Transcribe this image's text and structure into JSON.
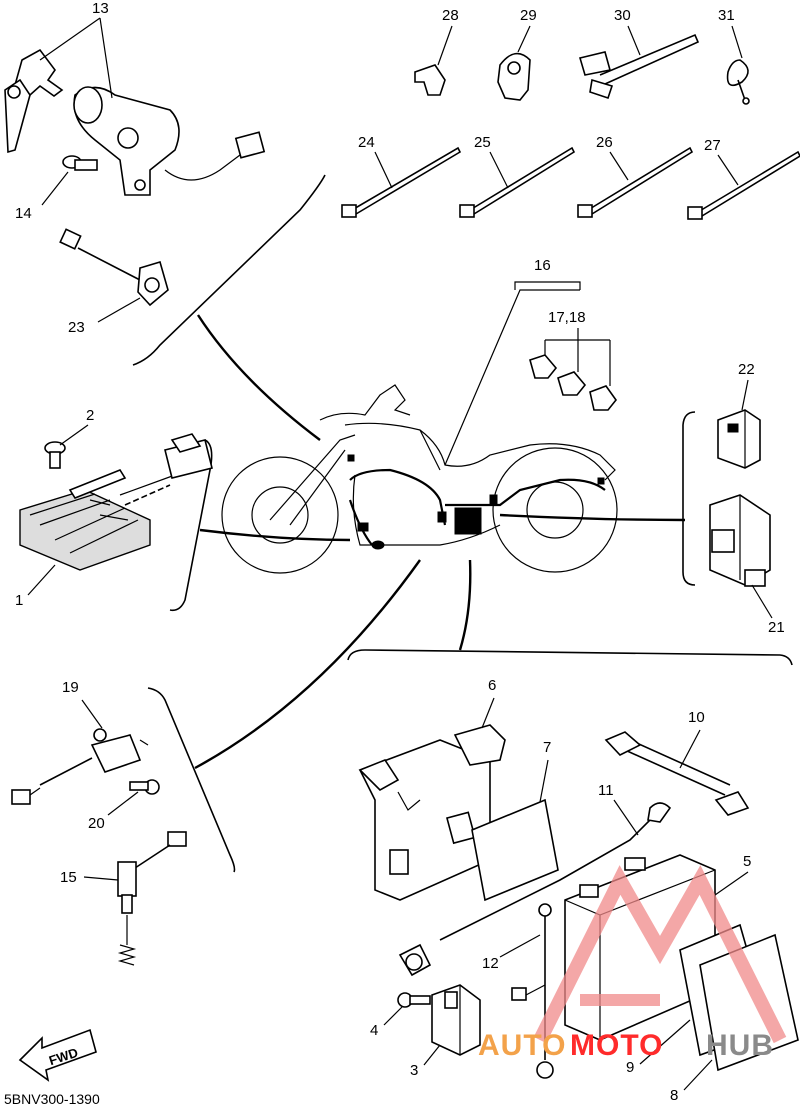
{
  "diagram": {
    "callouts": {
      "p1": "1",
      "p2": "2",
      "p3": "3",
      "p4": "4",
      "p5": "5",
      "p6": "6",
      "p7": "7",
      "p8": "8",
      "p9": "9",
      "p10": "10",
      "p11": "11",
      "p12": "12",
      "p13": "13",
      "p14": "14",
      "p15": "15",
      "p16": "16",
      "p17_18": "17,18",
      "p19": "19",
      "p20": "20",
      "p21": "21",
      "p22": "22",
      "p23": "23",
      "p24": "24",
      "p25": "25",
      "p26": "26",
      "p27": "27",
      "p28": "28",
      "p29": "29",
      "p30": "30",
      "p31": "31"
    },
    "diagram_code": "5BNV300-1390",
    "fwd_label": "FWD"
  },
  "watermark": {
    "part1": "AUTO",
    "part2": "MOTO",
    "part3": "HUB",
    "color_orange": "#f3a24a",
    "color_red": "#ff2b2b",
    "color_gray": "#8a8a8a"
  }
}
